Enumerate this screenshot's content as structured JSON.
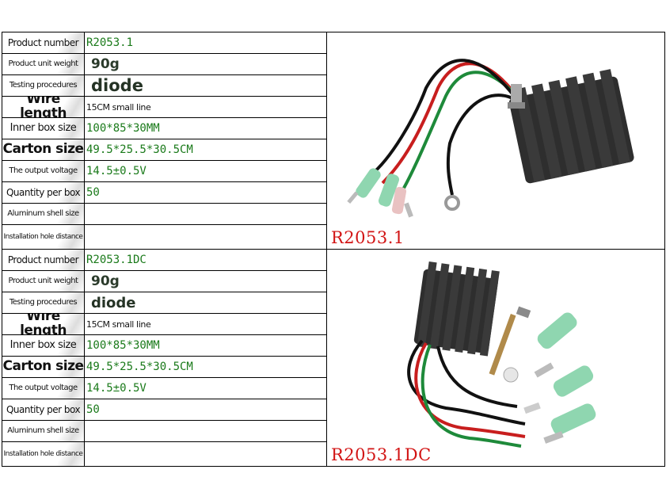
{
  "products": [
    {
      "rows": [
        {
          "label": "Product number",
          "value": "R2053.1"
        },
        {
          "label": "Product unit weight",
          "value": "90g"
        },
        {
          "label": "Testing procedures",
          "value": "diode"
        },
        {
          "label": "Wire length",
          "value": "15CM small line"
        },
        {
          "label": "Inner box size",
          "value": "100*85*30MM"
        },
        {
          "label": "Carton size",
          "value": "49.5*25.5*30.5CM"
        },
        {
          "label": "The output voltage",
          "value": "14.5±0.5V"
        },
        {
          "label": "Quantity per box",
          "value": "50"
        },
        {
          "label": "Aluminum shell size",
          "value": ""
        },
        {
          "label": "Installation hole distance",
          "value": ""
        }
      ],
      "image_caption": "R2053.1"
    },
    {
      "rows": [
        {
          "label": "Product number",
          "value": "R2053.1DC"
        },
        {
          "label": "Product unit weight",
          "value": "90g"
        },
        {
          "label": "Testing procedures",
          "value": "diode"
        },
        {
          "label": "Wire length",
          "value": "15CM small line"
        },
        {
          "label": "Inner box size",
          "value": "100*85*30MM"
        },
        {
          "label": "Carton size",
          "value": "49.5*25.5*30.5CM"
        },
        {
          "label": "The output voltage",
          "value": "14.5±0.5V"
        },
        {
          "label": "Quantity per box",
          "value": "50"
        },
        {
          "label": "Aluminum shell size",
          "value": ""
        },
        {
          "label": "Installation hole distance",
          "value": ""
        }
      ],
      "image_caption": "R2053.1DC"
    }
  ],
  "colors": {
    "caption": "#d21414",
    "value_text": "#1a7a1a",
    "wire_red": "#c81e1e",
    "wire_green": "#1e8a3a",
    "wire_black": "#111111",
    "connector": "#8fd6b0",
    "heatsink": "#2e2e2e"
  }
}
